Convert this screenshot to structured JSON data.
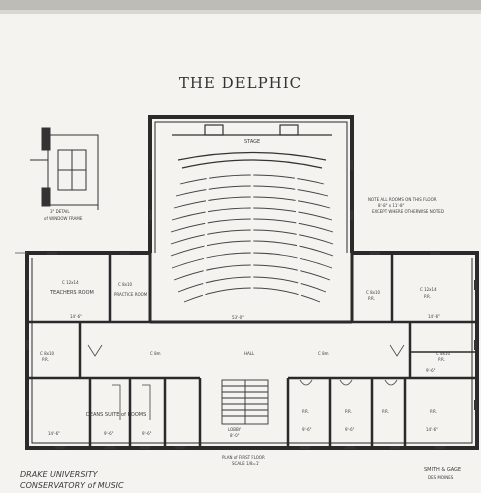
{
  "title": "THE DELPHIC",
  "institution": {
    "line1": "DRAKE UNIVERSITY",
    "line2": "CONSERVATORY of MUSIC"
  },
  "plan_caption": {
    "line1": "PLAN of FIRST FLOOR",
    "line2": "SCALE 1/8=1'"
  },
  "architects": {
    "line1": "SMITH & GAGE",
    "line2": "DES MOINES"
  },
  "window_detail": {
    "line1": "3\" DETAIL",
    "line2": "of WINDOW FRAME"
  },
  "notes": {
    "line1": "NOTE ALL ROOMS ON THIS FLOOR",
    "line2": "8'-8\" x 11'-8\"",
    "line3": "EXCEPT WHERE OTHERWISE NOTED"
  },
  "rooms": {
    "stage": "STAGE",
    "teachers_room": "TEACHERS ROOM",
    "teachers_room_dims": "C 12x14",
    "practice_room": "PRACTICE ROOM",
    "practice_room_dims": "C 8x10",
    "deans_suite": "DEANS SUITE of ROOMS",
    "left_pr": "P.R.",
    "left_pr_dims": "C 8x10",
    "right_pr": "P.R.",
    "right_pr_dims": "C 8x10",
    "right_top_pr": "P.R.",
    "right_top_pr_dims": "C 12x14",
    "mid_pr": "P.R.",
    "mid_pr_dims": "C 8x10",
    "lower_pr1": "P.R.",
    "lower_pr2": "P.R.",
    "lower_pr3": "P.R.",
    "lower_pr4": "P.R.",
    "lobby": "LOBBY",
    "lobby_dims": "8'-0\"",
    "hall": "HALL",
    "corridor_left": "C 8m",
    "corridor_right": "C 8m",
    "aud_width": "53'-0\""
  },
  "dims": {
    "left_room_top": "14'-6\"",
    "left_lower": "14'-6\"",
    "deans_a": "9'-6\"",
    "deans_b": "9'-6\"",
    "right_top": "14'-6\"",
    "right_mid": "9'-6\"",
    "right_lower": "14'-6\"",
    "lower_a": "9'-6\"",
    "lower_b": "9'-6\""
  }
}
